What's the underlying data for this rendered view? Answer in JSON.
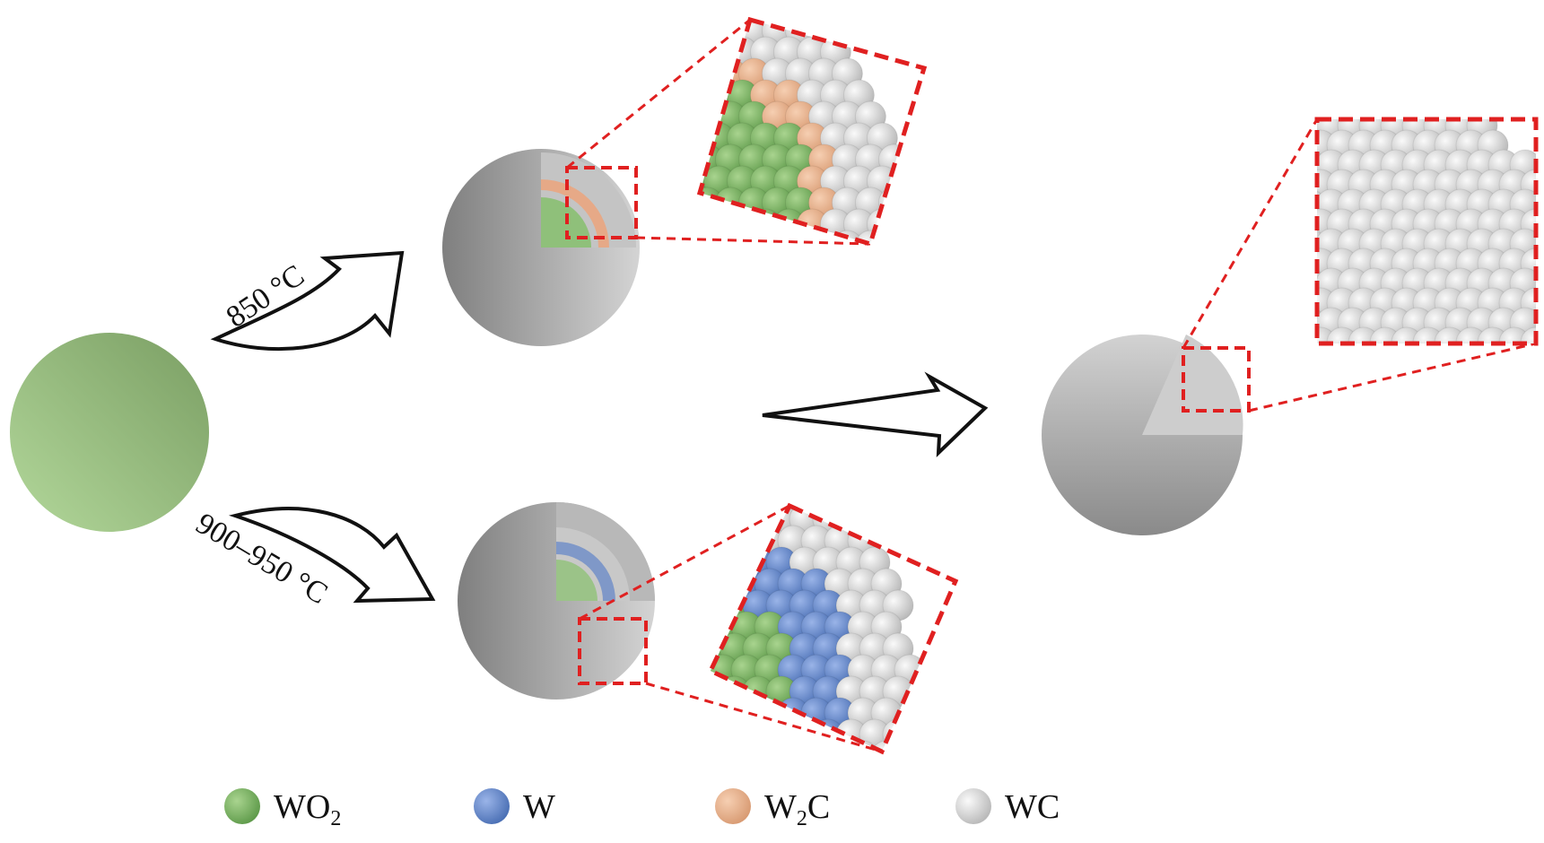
{
  "temperatures": {
    "low": "850 °C",
    "high": "900–950 °C"
  },
  "legend": [
    {
      "main": "WO",
      "sub": "2",
      "tail": "",
      "color": "#7fb26a",
      "icon": "wo2-sphere"
    },
    {
      "main": "W",
      "sub": "",
      "tail": "",
      "color": "#6f8fcf",
      "icon": "w-sphere"
    },
    {
      "main": "W",
      "sub": "2",
      "tail": "C",
      "color": "#e8b08c",
      "icon": "w2c-sphere"
    },
    {
      "main": "WC",
      "sub": "",
      "tail": "",
      "color": "#cfcfcf",
      "icon": "wc-sphere"
    }
  ],
  "colors": {
    "wo2": "#8fc07a",
    "w": "#6f8fcf",
    "w2c": "#e7ad88",
    "wc": "#c9c9c9",
    "zoom_box": "#e02020"
  }
}
